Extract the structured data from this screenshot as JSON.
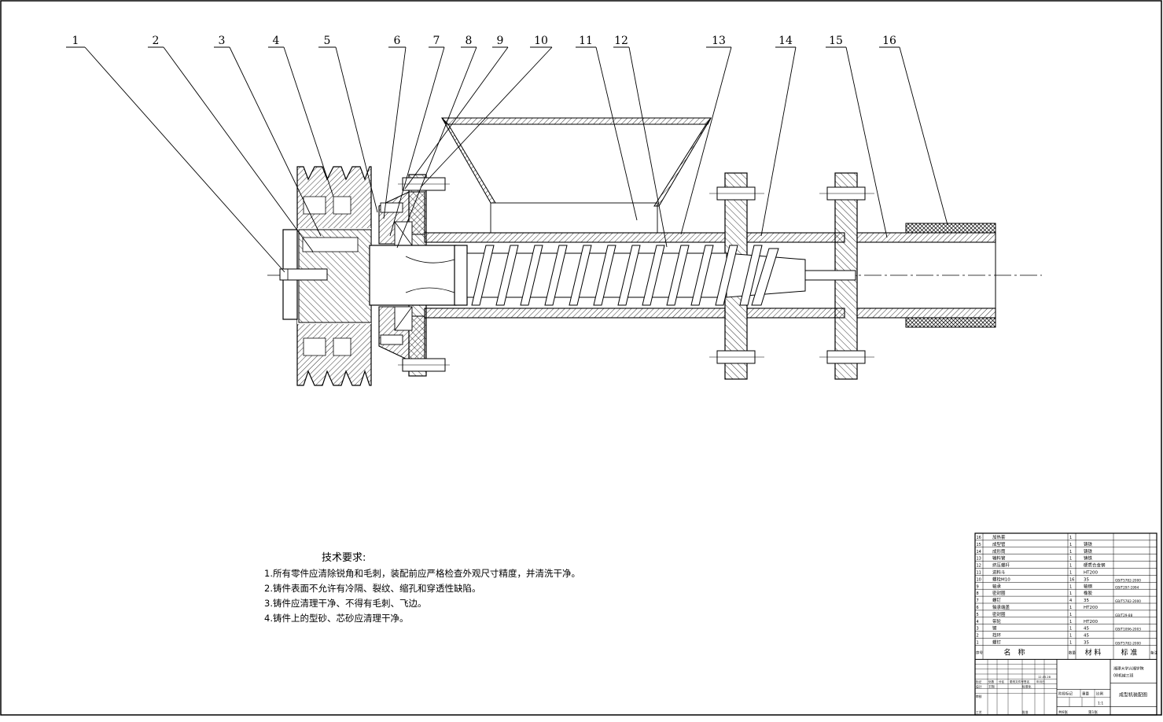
{
  "balloons": [
    "1",
    "2",
    "3",
    "4",
    "5",
    "6",
    "7",
    "8",
    "9",
    "10",
    "11",
    "12",
    "13",
    "14",
    "15",
    "16"
  ],
  "tech_req": {
    "title": "技术要求:",
    "lines": [
      "1.所有零件应清除锐角和毛刺，装配前应严格检查外观尺寸精度，并清洗干净。",
      "2.铸件表面不允许有冷隔、裂纹、缩孔和穿透性缺陷。",
      "3.铸件应清理干净、不得有毛刺、飞边。",
      "4.铸件上的型砂、芯砂应清理干净。"
    ]
  },
  "bom": {
    "rows": [
      {
        "no": "16",
        "name": "加热套",
        "qty": "1",
        "mat": "",
        "std": ""
      },
      {
        "no": "15",
        "name": "成型管",
        "qty": "1",
        "mat": "铸铁",
        "std": ""
      },
      {
        "no": "14",
        "name": "成形筒",
        "qty": "1",
        "mat": "铸铁",
        "std": ""
      },
      {
        "no": "13",
        "name": "输料管",
        "qty": "1",
        "mat": "铸铁",
        "std": ""
      },
      {
        "no": "12",
        "name": "挤压螺杆",
        "qty": "1",
        "mat": "硬质合金钢",
        "std": ""
      },
      {
        "no": "11",
        "name": "进料斗",
        "qty": "1",
        "mat": "HT200",
        "std": ""
      },
      {
        "no": "10",
        "name": "螺栓M10",
        "qty": "16",
        "mat": "35",
        "std": "GB/T5782-2000"
      },
      {
        "no": "9",
        "name": "轴承",
        "qty": "1",
        "mat": "轴钢",
        "std": "GB/T297-1994"
      },
      {
        "no": "8",
        "name": "密封圈",
        "qty": "1",
        "mat": "橡胶",
        "std": ""
      },
      {
        "no": "7",
        "name": "螺钉",
        "qty": "4",
        "mat": "35",
        "std": "GB/T5782-2000"
      },
      {
        "no": "6",
        "name": "轴承端盖",
        "qty": "1",
        "mat": "HT200",
        "std": ""
      },
      {
        "no": "5",
        "name": "密封圈",
        "qty": "1",
        "mat": "",
        "std": "GB/T29-88"
      },
      {
        "no": "4",
        "name": "带轮",
        "qty": "1",
        "mat": "HT200",
        "std": ""
      },
      {
        "no": "3",
        "name": "键",
        "qty": "1",
        "mat": "45",
        "std": "GB/T1096-2003"
      },
      {
        "no": "2",
        "name": "挡环",
        "qty": "1",
        "mat": "45",
        "std": ""
      },
      {
        "no": "1",
        "name": "螺钉",
        "qty": "1",
        "mat": "35",
        "std": "GB/T5782-2000"
      }
    ],
    "header": {
      "no": "序号",
      "name": "名　称",
      "qty": "数量",
      "mat": "材 料",
      "std": "标 准",
      "note": "备注"
    },
    "school": "湘潭大学兴湘学院",
    "class_name": "08机械三班",
    "drawing_title": "成型机装配图",
    "stage_mark": "阶段标记",
    "weight": "重量",
    "scale_label": "比例",
    "scale": "1:1",
    "sheets_total": "共6张",
    "sheet_no": "第1张",
    "rev_labels": [
      "标记",
      "处数",
      "分区",
      "更改文件号",
      "签名",
      "年月日"
    ],
    "design": "设计",
    "design_name": "王翔",
    "standardize": "标准化",
    "review": "审核",
    "process": "工艺",
    "approve": "批准",
    "date": "12.05.28"
  }
}
